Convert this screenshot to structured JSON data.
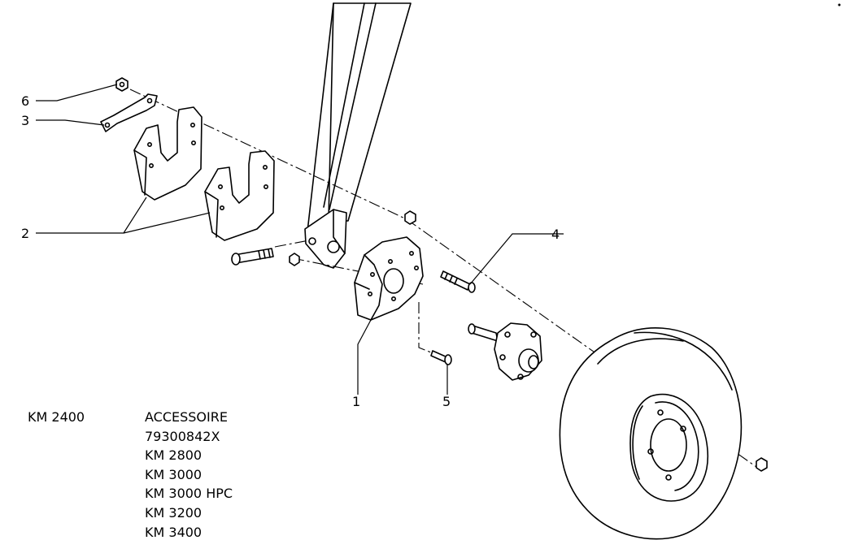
{
  "callouts": {
    "c1": "1",
    "c2": "2",
    "c3": "3",
    "c4": "4",
    "c5": "5",
    "c6": "6"
  },
  "model": "KM 2400",
  "accessory_block": {
    "heading": "ACCESSOIRE",
    "lines": [
      "79300842X",
      "KM 2800",
      "KM 3000",
      "KM 3000 HPC",
      "KM 3200",
      "KM 3400"
    ]
  }
}
